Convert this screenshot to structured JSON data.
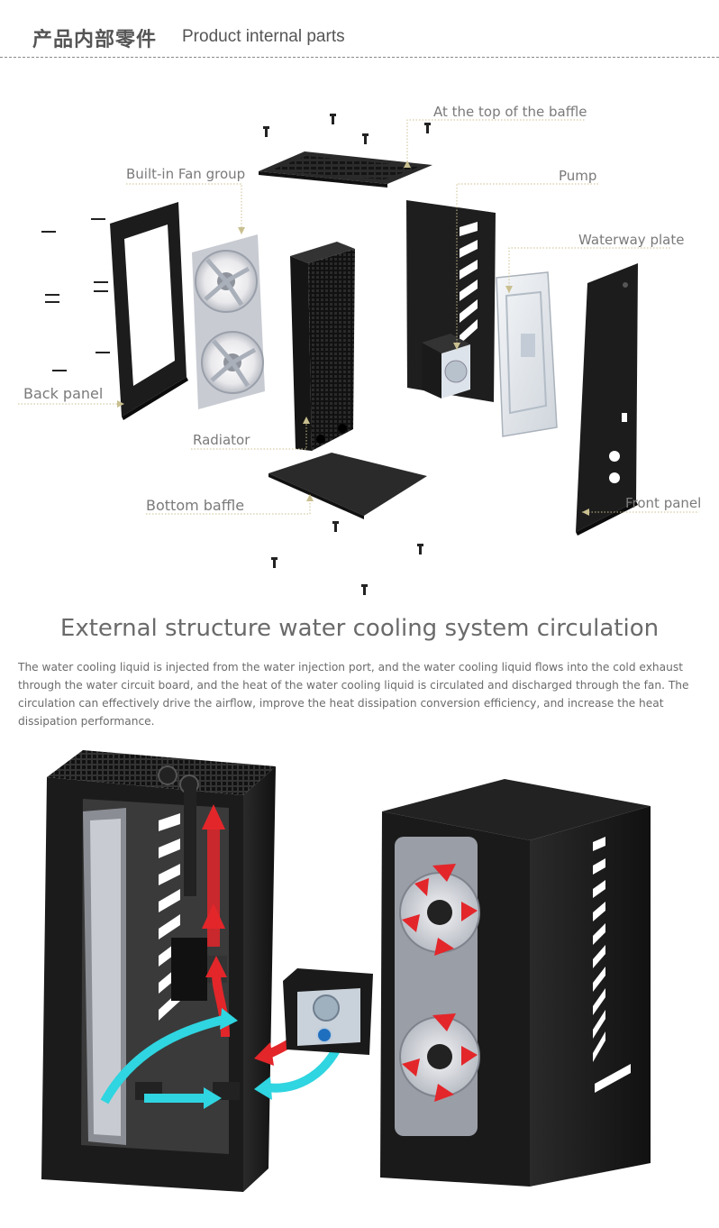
{
  "header": {
    "title_cn": "产品内部零件",
    "title_en": "Product internal parts"
  },
  "parts_diagram": {
    "callouts": {
      "top_baffle": "At the top of the baffle",
      "fan_group": "Built-in Fan group",
      "pump": "Pump",
      "waterway_plate": "Waterway plate",
      "back_panel": "Back panel",
      "radiator": "Radiator",
      "bottom_baffle": "Bottom baffle",
      "front_panel": "Front panel"
    }
  },
  "circulation": {
    "title": "External structure water cooling system circulation",
    "description": "The water cooling liquid is injected from the water injection port, and the water cooling liquid flows into the cold exhaust through the water circuit board, and the heat of the water cooling liquid is circulated and discharged through the fan. The circulation can effectively drive the airflow, improve the heat dissipation conversion efficiency, and increase the heat dissipation performance."
  },
  "colors": {
    "background": "#ffffff",
    "text": "#6b6b6b",
    "callout_line": "#c9bf8f",
    "panel_black": "#1e1e1e",
    "hot_flow": "#e3262a",
    "cold_flow": "#2fd5e0"
  }
}
